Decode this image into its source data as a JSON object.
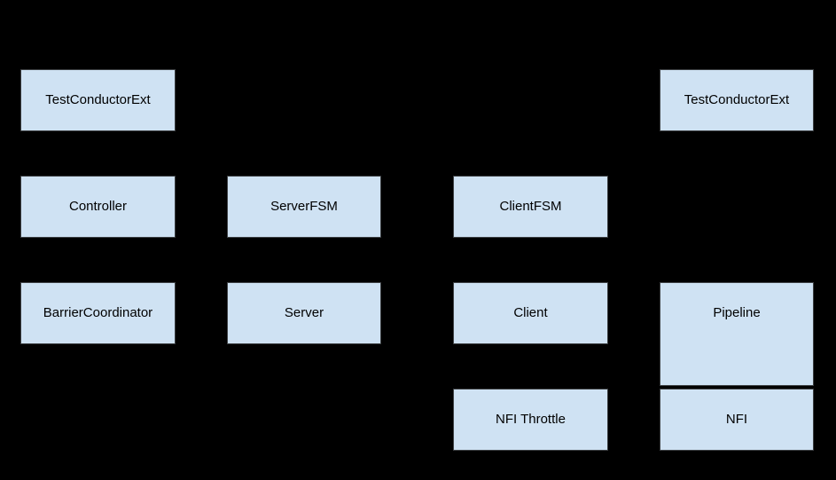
{
  "diagram": {
    "background_color": "#000000",
    "node_fill_color": "#cfe2f3",
    "node_border_color": "#3d4043",
    "node_text_color": "#000000",
    "nodes": [
      {
        "id": "testconductorext-left",
        "label": "TestConductorExt"
      },
      {
        "id": "controller",
        "label": "Controller"
      },
      {
        "id": "barriercoordinator",
        "label": "BarrierCoordinator"
      },
      {
        "id": "serverfsm",
        "label": "ServerFSM"
      },
      {
        "id": "server",
        "label": "Server"
      },
      {
        "id": "clientfsm",
        "label": "ClientFSM"
      },
      {
        "id": "client",
        "label": "Client"
      },
      {
        "id": "nfi-throttle",
        "label": "NFI Throttle"
      },
      {
        "id": "testconductorext-right",
        "label": "TestConductorExt"
      },
      {
        "id": "pipeline",
        "label": "Pipeline"
      },
      {
        "id": "nfi",
        "label": "NFI"
      }
    ]
  }
}
